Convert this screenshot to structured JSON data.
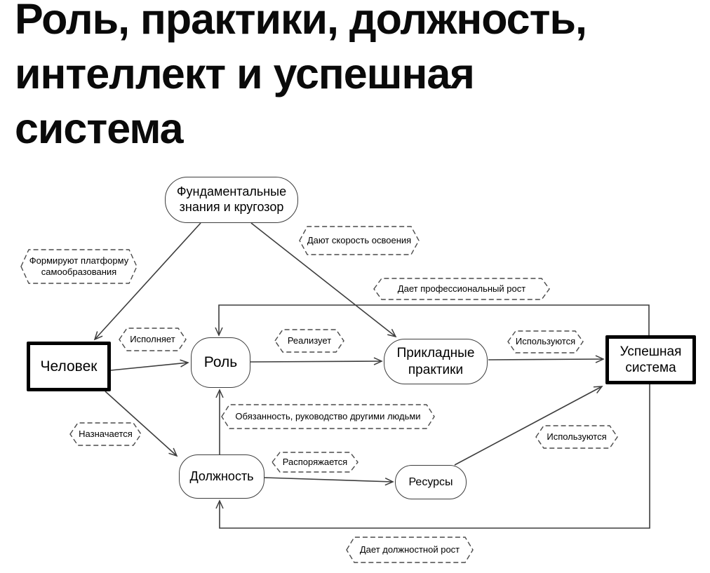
{
  "page": {
    "title_lines": [
      "Роль, практики, должность,",
      "интеллект и успешная",
      "система"
    ]
  },
  "colors": {
    "ink": "#000000",
    "line": "#3d3d3d"
  },
  "diagram": {
    "nodes": [
      {
        "id": "knowledge",
        "label": "Фундаментальные знания и кругозор",
        "shape": "rounded"
      },
      {
        "id": "person",
        "label": "Человек",
        "shape": "bold-rect"
      },
      {
        "id": "role",
        "label": "Роль",
        "shape": "rounded"
      },
      {
        "id": "practices",
        "label": "Прикладные практики",
        "shape": "rounded"
      },
      {
        "id": "system",
        "label": "Успешная система",
        "shape": "bold-rect"
      },
      {
        "id": "position",
        "label": "Должность",
        "shape": "rounded"
      },
      {
        "id": "resources",
        "label": "Ресурсы",
        "shape": "rounded"
      }
    ],
    "edge_labels": [
      {
        "id": "gives-speed",
        "label": "Дают скорость освоения"
      },
      {
        "id": "form-platform",
        "label": "Формируют платформу самообразования"
      },
      {
        "id": "prof-growth",
        "label": "Дает профессиональный рост"
      },
      {
        "id": "performs",
        "label": "Исполняет"
      },
      {
        "id": "realizes",
        "label": "Реализует"
      },
      {
        "id": "used-practices",
        "label": "Используются"
      },
      {
        "id": "duty",
        "label": "Обязанность, руководство другими людьми"
      },
      {
        "id": "assigned",
        "label": "Назначается"
      },
      {
        "id": "used-resources",
        "label": "Используются"
      },
      {
        "id": "disposes",
        "label": "Распоряжается"
      },
      {
        "id": "position-growth",
        "label": "Дает должностной рост"
      }
    ],
    "edges": [
      {
        "from": "Фундаментальные знания и кругозор",
        "to": "Человек",
        "via": "Формируют платформу самообразования"
      },
      {
        "from": "Фундаментальные знания и кругозор",
        "to": "Прикладные практики",
        "via": "Дают скорость освоения"
      },
      {
        "from": "Человек",
        "to": "Роль",
        "via": "Исполняет"
      },
      {
        "from": "Человек",
        "to": "Должность",
        "via": "Назначается"
      },
      {
        "from": "Роль",
        "to": "Прикладные практики",
        "via": "Реализует"
      },
      {
        "from": "Прикладные практики",
        "to": "Успешная система",
        "via": "Используются"
      },
      {
        "from": "Должность",
        "to": "Роль",
        "via": "Обязанность, руководство другими людьми"
      },
      {
        "from": "Должность",
        "to": "Ресурсы",
        "via": "Распоряжается"
      },
      {
        "from": "Ресурсы",
        "to": "Успешная система",
        "via": "Используются"
      },
      {
        "from": "Успешная система",
        "to": "Роль",
        "via": "Дает профессиональный рост"
      },
      {
        "from": "Успешная система",
        "to": "Должность",
        "via": "Дает должностной рост"
      }
    ]
  }
}
